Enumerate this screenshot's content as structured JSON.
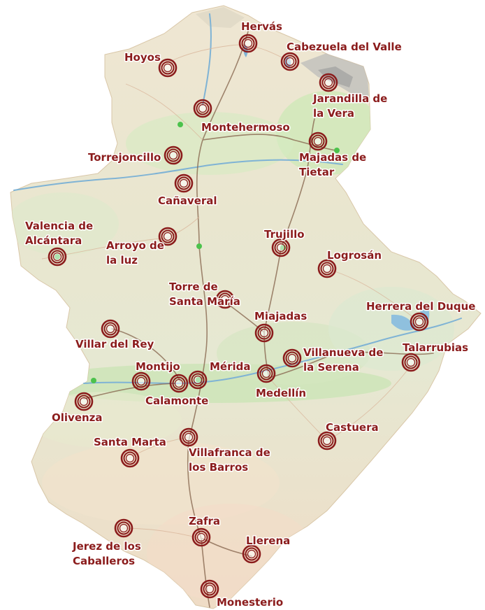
{
  "map": {
    "colors": {
      "marker": "#8b1c1c",
      "label": "#8b1c1c",
      "road": "#7a5a44",
      "river": "#7fb3d5",
      "green_dot": "#4cc24c"
    },
    "towns": [
      {
        "id": "hervas",
        "name": [
          "Hervás"
        ],
        "icon": "concentric-circle-marker"
      },
      {
        "id": "cabezuela",
        "name": [
          "Cabezuela del Valle"
        ],
        "icon": "concentric-circle-marker"
      },
      {
        "id": "hoyos",
        "name": [
          "Hoyos"
        ],
        "icon": "concentric-circle-marker"
      },
      {
        "id": "jarandilla",
        "name": [
          "Jarandilla de",
          "la Vera"
        ],
        "icon": "concentric-circle-marker"
      },
      {
        "id": "montehermoso",
        "name": [
          "Montehermoso"
        ],
        "icon": "concentric-circle-marker"
      },
      {
        "id": "majadas",
        "name": [
          "Majadas de",
          "Tietar"
        ],
        "icon": "concentric-circle-marker"
      },
      {
        "id": "torrejoncillo",
        "name": [
          "Torrejoncillo"
        ],
        "icon": "concentric-circle-marker"
      },
      {
        "id": "canaveral",
        "name": [
          "Cañaveral"
        ],
        "icon": "concentric-circle-marker"
      },
      {
        "id": "valencia",
        "name": [
          "Valencia de",
          "Alcántara"
        ],
        "icon": "concentric-circle-marker"
      },
      {
        "id": "arroyo",
        "name": [
          "Arroyo de",
          "la luz"
        ],
        "icon": "concentric-circle-marker"
      },
      {
        "id": "trujillo",
        "name": [
          "Trujillo"
        ],
        "icon": "concentric-circle-marker"
      },
      {
        "id": "logrosan",
        "name": [
          "Logrosán"
        ],
        "icon": "concentric-circle-marker"
      },
      {
        "id": "torre",
        "name": [
          "Torre de",
          "Santa María"
        ],
        "icon": "concentric-circle-marker"
      },
      {
        "id": "herrera",
        "name": [
          "Herrera del Duque"
        ],
        "icon": "concentric-circle-marker"
      },
      {
        "id": "miajadas",
        "name": [
          "Miajadas"
        ],
        "icon": "concentric-circle-marker"
      },
      {
        "id": "talarrubias",
        "name": [
          "Talarrubias"
        ],
        "icon": "concentric-circle-marker"
      },
      {
        "id": "villar",
        "name": [
          "Villar del Rey"
        ],
        "icon": "concentric-circle-marker"
      },
      {
        "id": "villanueva",
        "name": [
          "Villanueva de",
          "la Serena"
        ],
        "icon": "concentric-circle-marker"
      },
      {
        "id": "montijo",
        "name": [
          "Montijo"
        ],
        "icon": "concentric-circle-marker"
      },
      {
        "id": "merida",
        "name": [
          "Mérida"
        ],
        "icon": "concentric-circle-marker"
      },
      {
        "id": "medellin",
        "name": [
          "Medellín"
        ],
        "icon": "concentric-circle-marker"
      },
      {
        "id": "calamonte",
        "name": [
          "Calamonte"
        ],
        "icon": "concentric-circle-marker"
      },
      {
        "id": "olivenza",
        "name": [
          "Olivenza"
        ],
        "icon": "concentric-circle-marker"
      },
      {
        "id": "castuera",
        "name": [
          "Castuera"
        ],
        "icon": "concentric-circle-marker"
      },
      {
        "id": "santamarta",
        "name": [
          "Santa Marta"
        ],
        "icon": "concentric-circle-marker"
      },
      {
        "id": "villafranca",
        "name": [
          "Villafranca de",
          "los Barros"
        ],
        "icon": "concentric-circle-marker"
      },
      {
        "id": "zafra",
        "name": [
          "Zafra"
        ],
        "icon": "concentric-circle-marker"
      },
      {
        "id": "jerez",
        "name": [
          "Jerez de los",
          "Caballeros"
        ],
        "icon": "concentric-circle-marker"
      },
      {
        "id": "llerena",
        "name": [
          "Llerena"
        ],
        "icon": "concentric-circle-marker"
      },
      {
        "id": "monesterio",
        "name": [
          "Monesterio"
        ],
        "icon": "concentric-circle-marker"
      }
    ]
  }
}
